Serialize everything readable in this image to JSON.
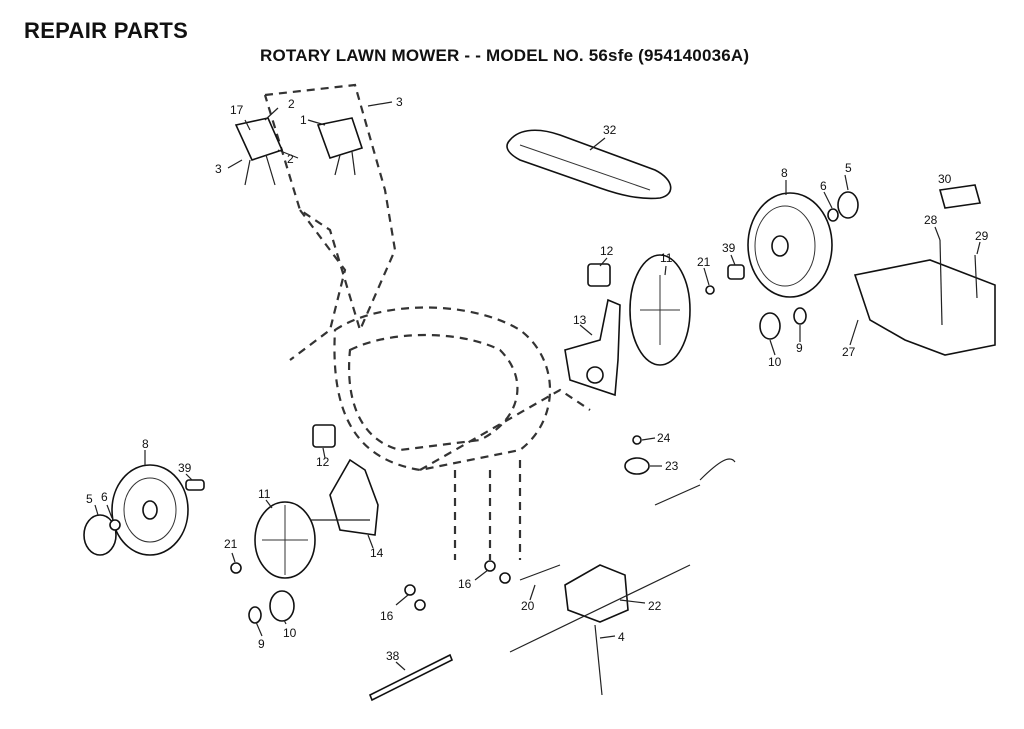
{
  "header": {
    "title": "REPAIR PARTS",
    "subtitle": "ROTARY LAWN MOWER - - MODEL NO. 56sfe (954140036A)"
  },
  "callouts": {
    "c17": "17",
    "c2a": "2",
    "c2b": "2",
    "c1": "1",
    "c3a": "3",
    "c3b": "3",
    "c32": "32",
    "c8a": "8",
    "c5a": "5",
    "c6a": "6",
    "c30": "30",
    "c28": "28",
    "c29": "29",
    "c12a": "12",
    "c11a": "11",
    "c21a": "21",
    "c39a": "39",
    "c13": "13",
    "c10a": "10",
    "c9a": "9",
    "c27": "27",
    "c24": "24",
    "c23": "23",
    "c8b": "8",
    "c39b": "39",
    "c12b": "12",
    "c11b": "11",
    "c5b": "5",
    "c6b": "6",
    "c21b": "21",
    "c14": "14",
    "c9b": "9",
    "c10b": "10",
    "c16a": "16",
    "c16b": "16",
    "c20": "20",
    "c22": "22",
    "c4": "4",
    "c38": "38"
  }
}
